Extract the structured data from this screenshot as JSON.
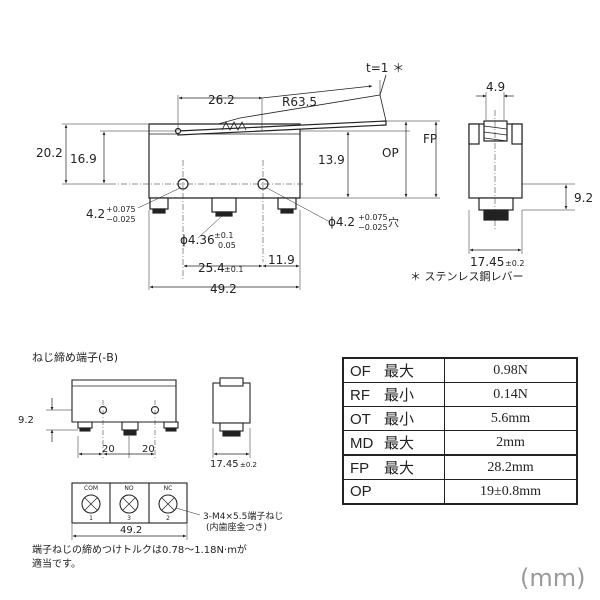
{
  "main_view": {
    "dim_t": "t=1 ＊",
    "dim_262": "26.2",
    "dim_r635": "R63.5",
    "dim_202": "20.2",
    "dim_169": "16.9",
    "dim_139": "13.9",
    "dim_op": "OP",
    "dim_fp": "FP",
    "dim_hole_left": "4.2",
    "dim_hole_left_tol_plus": "+0.075",
    "dim_hole_left_tol_minus": "−0.025",
    "dim_hole_right_prefix": "ϕ4.2",
    "dim_hole_right_tol_plus": "+0.075",
    "dim_hole_right_tol_minus": "−0.025",
    "dim_hole_right_suffix": "穴",
    "dim_436": "ϕ4.36",
    "dim_436_tol_plus": "±0.1",
    "dim_436_tol_minus": "0.05",
    "dim_254": "25.4",
    "dim_254_tol": "±0.1",
    "dim_119": "11.9",
    "dim_492": "49.2"
  },
  "side_view": {
    "dim_49": "4.9",
    "dim_92": "9.2",
    "dim_1745": "17.45",
    "dim_1745_tol": "±0.2",
    "note": "＊ ステンレス鋼レバー"
  },
  "screw_section": {
    "title": "ねじ締め端子(-B)",
    "dim_92": "9.2",
    "dim_20a": "20",
    "dim_20b": "20",
    "dim_1745": "17.45",
    "dim_1745_tol": "±0.2",
    "terminals": [
      {
        "label": "COM",
        "number": "1"
      },
      {
        "label": "NO",
        "number": "3"
      },
      {
        "label": "NC",
        "number": "2"
      }
    ],
    "dim_492": "49.2",
    "screw_note_1": "3-M4×5.5端子ねじ",
    "screw_note_2": "(内歯座金つき)",
    "torque_note_1": "端子ねじの締めつけトルクは0.78〜1.18N·mが",
    "torque_note_2": "適当です。"
  },
  "spec_table": {
    "rows": [
      {
        "abbr": "OF",
        "kind": "最大",
        "value": "0.98N"
      },
      {
        "abbr": "RF",
        "kind": "最小",
        "value": "0.14N"
      },
      {
        "abbr": "OT",
        "kind": "最小",
        "value": "5.6mm"
      },
      {
        "abbr": "MD",
        "kind": "最大",
        "value": "2mm"
      },
      {
        "abbr": "FP",
        "kind": "最大",
        "value": "28.2mm"
      },
      {
        "abbr": "OP",
        "kind": "",
        "value": "19±0.8mm"
      }
    ]
  },
  "unit_label": "(mm)"
}
